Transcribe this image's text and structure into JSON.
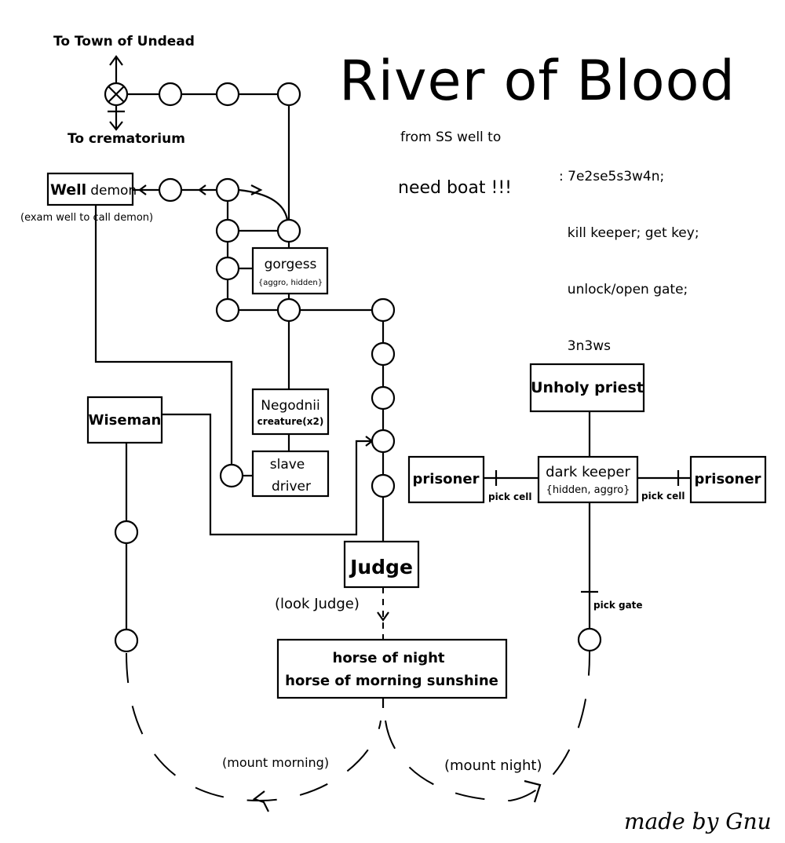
{
  "title": "River of Blood",
  "exits": {
    "north": "To Town of Undead",
    "south": "To crematorium"
  },
  "notes": {
    "route_label": "from SS well to",
    "route_steps": [
      ": 7e2se5s3w4n;",
      "  kill keeper; get key;",
      "  unlock/open gate;",
      "  3n3ws"
    ],
    "need_boat": "need boat !!!"
  },
  "npcs": {
    "well_demon": {
      "name_bold": "Well",
      "name": "demon",
      "hint": "(exam well to call demon)"
    },
    "gorgess": {
      "name": "gorgess",
      "tags": "{aggro, hidden}"
    },
    "negodnii": {
      "name": "Negodnii",
      "sub": "creature(x2)"
    },
    "slave_driver": {
      "line1": "slave",
      "line2": "driver"
    },
    "wiseman": {
      "name": "Wiseman"
    },
    "unholy_priest": {
      "name": "Unholy priest"
    },
    "dark_keeper": {
      "name": "dark keeper",
      "tags": "{hidden, aggro}"
    },
    "prisoner_left": {
      "name": "prisoner"
    },
    "prisoner_right": {
      "name": "prisoner"
    },
    "judge": {
      "name": "Judge"
    },
    "horses": {
      "line1": "horse of night",
      "line2": "horse of morning sunshine"
    }
  },
  "actions": {
    "pick_cell_left": "pick cell",
    "pick_cell_right": "pick cell",
    "pick_gate": "pick gate",
    "look_judge": "(look Judge)",
    "mount_morning": "(mount morning)",
    "mount_night": "(mount night)"
  },
  "credit": "made by Gnu"
}
